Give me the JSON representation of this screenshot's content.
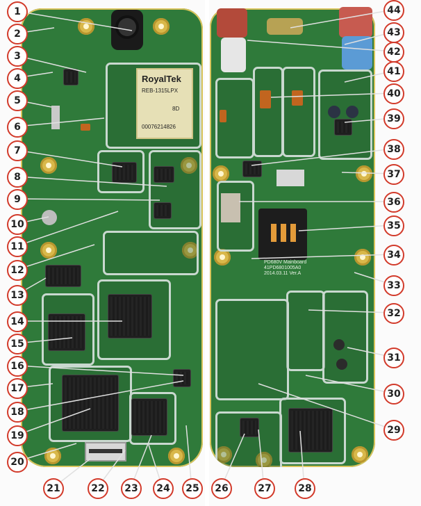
{
  "image": {
    "description_labels": {
      "gps_module": {
        "brand": "RoyalTek",
        "model": "REB-1315LPX",
        "code": "8D",
        "serial": "00076214826"
      },
      "mainboard": {
        "line1": "PD680V Mainboard",
        "line2": "41PD6801005A0",
        "line3": "2014.03.11 Ver.A"
      }
    },
    "callouts": [
      "1",
      "2",
      "3",
      "4",
      "5",
      "6",
      "7",
      "8",
      "9",
      "10",
      "11",
      "12",
      "13",
      "14",
      "15",
      "16",
      "17",
      "18",
      "19",
      "20",
      "21",
      "22",
      "23",
      "24",
      "25",
      "26",
      "27",
      "28",
      "29",
      "30",
      "31",
      "32",
      "33",
      "34",
      "35",
      "36",
      "37",
      "38",
      "39",
      "40",
      "41",
      "42",
      "43",
      "44"
    ],
    "colors": {
      "pcb": "#2f7a3a",
      "callout_border": "#d23a2a",
      "shield": "#c9d8cf",
      "gold_pad": "#d9b84a"
    }
  }
}
